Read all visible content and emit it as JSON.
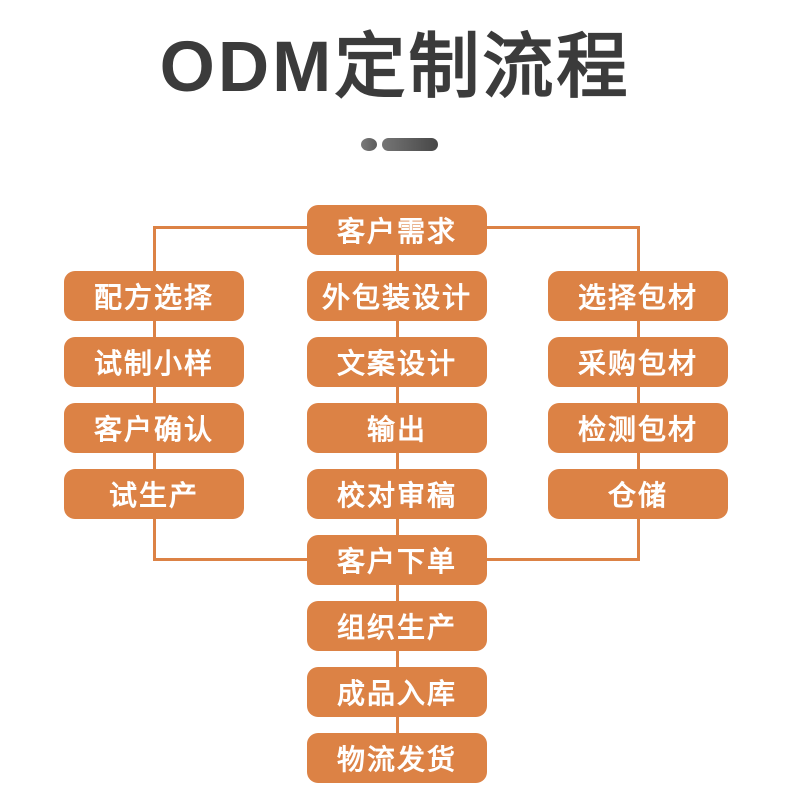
{
  "title": "ODM定制流程",
  "flow": {
    "top": "客户需求",
    "left_column": [
      "配方选择",
      "试制小样",
      "客户确认",
      "试生产"
    ],
    "middle_column": [
      "外包装设计",
      "文案设计",
      "输出",
      "校对审稿"
    ],
    "bottom_column": [
      "客户下单",
      "组织生产",
      "成品入库",
      "物流发货"
    ],
    "right_column": [
      "选择包材",
      "采购包材",
      "检测包材",
      "仓储"
    ]
  },
  "colors": {
    "accent_orange": "#DC8245",
    "node_text": "#FFFFFF",
    "title_text": "#3B3B3B",
    "divider_gray_start": "#757575",
    "divider_gray_end": "#474747",
    "background": "#FFFFFF"
  }
}
